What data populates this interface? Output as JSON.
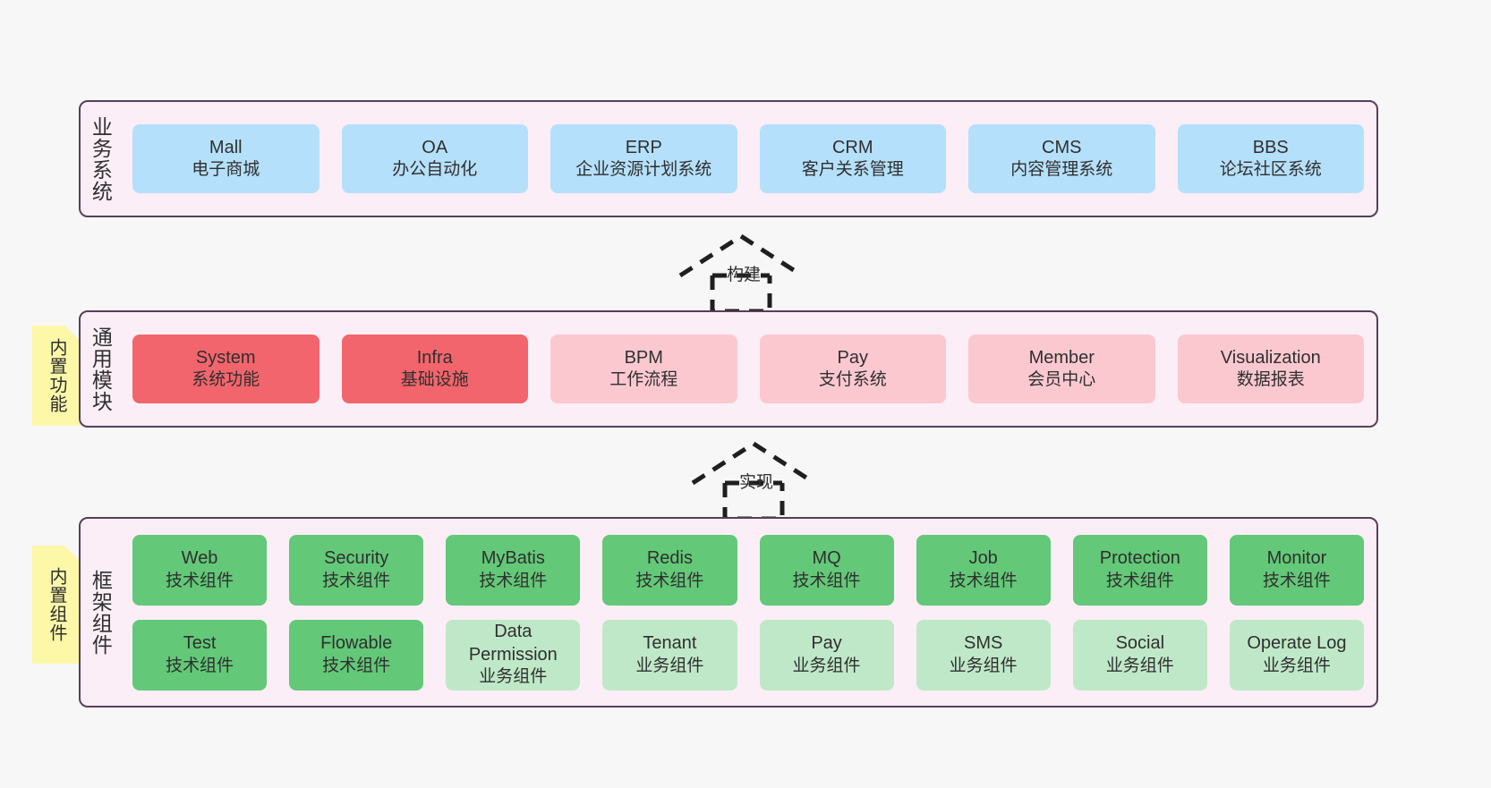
{
  "diagram": {
    "background": "#f7f7f7",
    "band_fill": "#fbeef6",
    "band_border": "#55405a",
    "note_fill": "#fcf8a8",
    "colors": {
      "blue": "#b5e0fb",
      "red_strong": "#f3656c",
      "pink_soft": "#fbc8d0",
      "green_strong": "#63c878",
      "green_soft": "#bfe8c8"
    }
  },
  "layers": {
    "business": {
      "label": "业务系统",
      "nodes": [
        {
          "en": "Mall",
          "cn": "电子商城",
          "tone": "blue"
        },
        {
          "en": "OA",
          "cn": "办公自动化",
          "tone": "blue"
        },
        {
          "en": "ERP",
          "cn": "企业资源计划系统",
          "tone": "blue"
        },
        {
          "en": "CRM",
          "cn": "客户关系管理",
          "tone": "blue"
        },
        {
          "en": "CMS",
          "cn": "内容管理系统",
          "tone": "blue"
        },
        {
          "en": "BBS",
          "cn": "论坛社区系统",
          "tone": "blue"
        }
      ]
    },
    "common": {
      "label": "通用模块",
      "note": "内置功能",
      "nodes": [
        {
          "en": "System",
          "cn": "系统功能",
          "tone": "red-strong"
        },
        {
          "en": "Infra",
          "cn": "基础设施",
          "tone": "red-strong"
        },
        {
          "en": "BPM",
          "cn": "工作流程",
          "tone": "pink-soft"
        },
        {
          "en": "Pay",
          "cn": "支付系统",
          "tone": "pink-soft"
        },
        {
          "en": "Member",
          "cn": "会员中心",
          "tone": "pink-soft"
        },
        {
          "en": "Visualization",
          "cn": "数据报表",
          "tone": "pink-soft"
        }
      ]
    },
    "framework": {
      "label": "框架组件",
      "note": "内置组件",
      "row_tech": [
        {
          "en": "Web",
          "cn": "技术组件",
          "tone": "green-strong"
        },
        {
          "en": "Security",
          "cn": "技术组件",
          "tone": "green-strong"
        },
        {
          "en": "MyBatis",
          "cn": "技术组件",
          "tone": "green-strong"
        },
        {
          "en": "Redis",
          "cn": "技术组件",
          "tone": "green-strong"
        },
        {
          "en": "MQ",
          "cn": "技术组件",
          "tone": "green-strong"
        },
        {
          "en": "Job",
          "cn": "技术组件",
          "tone": "green-strong"
        },
        {
          "en": "Protection",
          "cn": "技术组件",
          "tone": "green-strong"
        },
        {
          "en": "Monitor",
          "cn": "技术组件",
          "tone": "green-strong"
        }
      ],
      "row_biz": [
        {
          "en": "Test",
          "cn": "技术组件",
          "tone": "green-strong"
        },
        {
          "en": "Flowable",
          "cn": "技术组件",
          "tone": "green-strong"
        },
        {
          "en": "Data Permission",
          "cn": "业务组件",
          "tone": "green-soft"
        },
        {
          "en": "Tenant",
          "cn": "业务组件",
          "tone": "green-soft"
        },
        {
          "en": "Pay",
          "cn": "业务组件",
          "tone": "green-soft"
        },
        {
          "en": "SMS",
          "cn": "业务组件",
          "tone": "green-soft"
        },
        {
          "en": "Social",
          "cn": "业务组件",
          "tone": "green-soft"
        },
        {
          "en": "Operate Log",
          "cn": "业务组件",
          "tone": "green-soft"
        }
      ]
    }
  },
  "connectors": [
    {
      "id": "build",
      "label": "构建"
    },
    {
      "id": "impl",
      "label": "实现"
    }
  ]
}
